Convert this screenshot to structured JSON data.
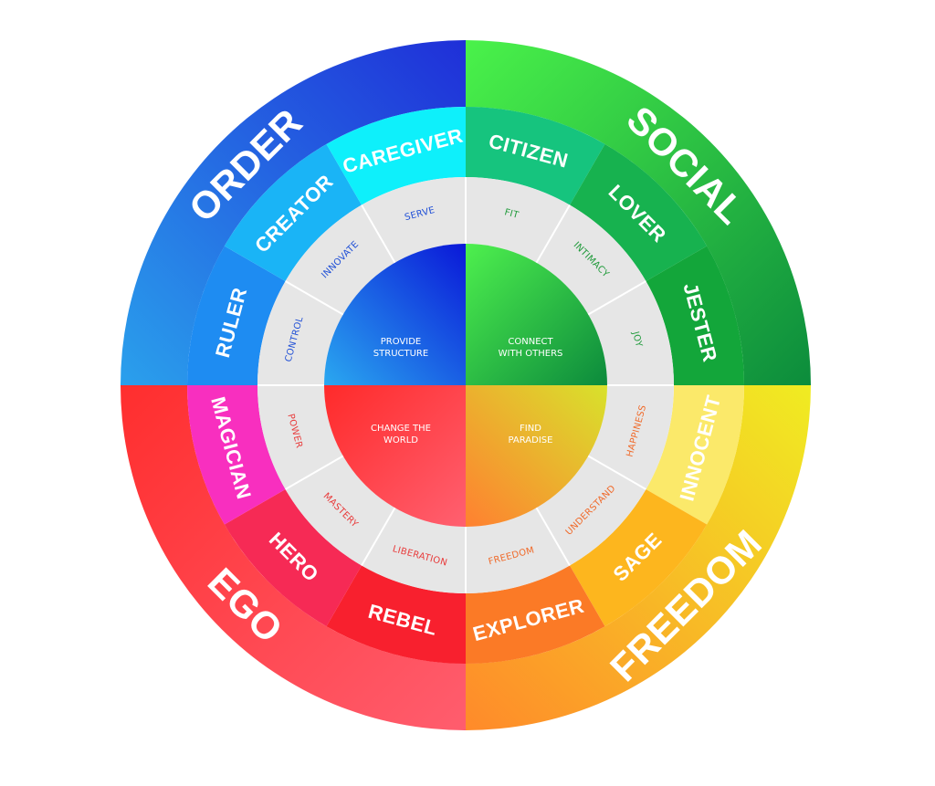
{
  "quadrants": [
    {
      "key": "order",
      "label": "ORDER",
      "core": [
        "PROVIDE",
        "STRUCTURE"
      ],
      "outer_gradient": [
        "#2aa0ec",
        "#1f2fd8"
      ],
      "inner_gradient": [
        "#2aa8f0",
        "#0a18d8"
      ],
      "drive_color": "#1f4fd6",
      "archetypes": [
        {
          "label": "RULER",
          "color": "#1e8cf2"
        },
        {
          "label": "CREATOR",
          "color": "#1ab4f6"
        },
        {
          "label": "CAREGIVER",
          "color": "#0ef0fb"
        }
      ],
      "drives": [
        "CONTROL",
        "INNOVATE",
        "SERVE"
      ]
    },
    {
      "key": "social",
      "label": "SOCIAL",
      "core": [
        "CONNECT",
        "WITH OTHERS"
      ],
      "outer_gradient": [
        "#4af24a",
        "#0c8c3c"
      ],
      "inner_gradient": [
        "#4ef04e",
        "#0c8a3c"
      ],
      "drive_color": "#1f9a3a",
      "archetypes": [
        {
          "label": "CITIZEN",
          "color": "#16c47e"
        },
        {
          "label": "LOVER",
          "color": "#17b24f"
        },
        {
          "label": "JESTER",
          "color": "#13a63a"
        }
      ],
      "drives": [
        "FIT",
        "INTIMACY",
        "JOY"
      ]
    },
    {
      "key": "freedom",
      "label": "FREEDOM",
      "core": [
        "FIND",
        "PARADISE"
      ],
      "outer_gradient": [
        "#f0ec22",
        "#ff8a2a"
      ],
      "inner_gradient": [
        "#d8e22c",
        "#ff8030"
      ],
      "drive_color": "#f06a2a",
      "archetypes": [
        {
          "label": "INNOCENT",
          "color": "#fbe96a"
        },
        {
          "label": "SAGE",
          "color": "#fdb61e"
        },
        {
          "label": "EXPLORER",
          "color": "#fb7a26"
        }
      ],
      "drives": [
        "HAPPINESS",
        "UNDERSTAND",
        "FREEDOM"
      ]
    },
    {
      "key": "ego",
      "label": "EGO",
      "core": [
        "CHANGE THE",
        "WORLD"
      ],
      "outer_gradient": [
        "#ff2e2e",
        "#ff5d6e"
      ],
      "inner_gradient": [
        "#ff2a2a",
        "#ff6070"
      ],
      "drive_color": "#e83a3a",
      "archetypes": [
        {
          "label": "REBEL",
          "color": "#f8202e"
        },
        {
          "label": "HERO",
          "color": "#f62a55"
        },
        {
          "label": "MAGICIAN",
          "color": "#f82fbf"
        }
      ],
      "drives": [
        "LIBERATION",
        "MASTERY",
        "POWER"
      ]
    }
  ]
}
